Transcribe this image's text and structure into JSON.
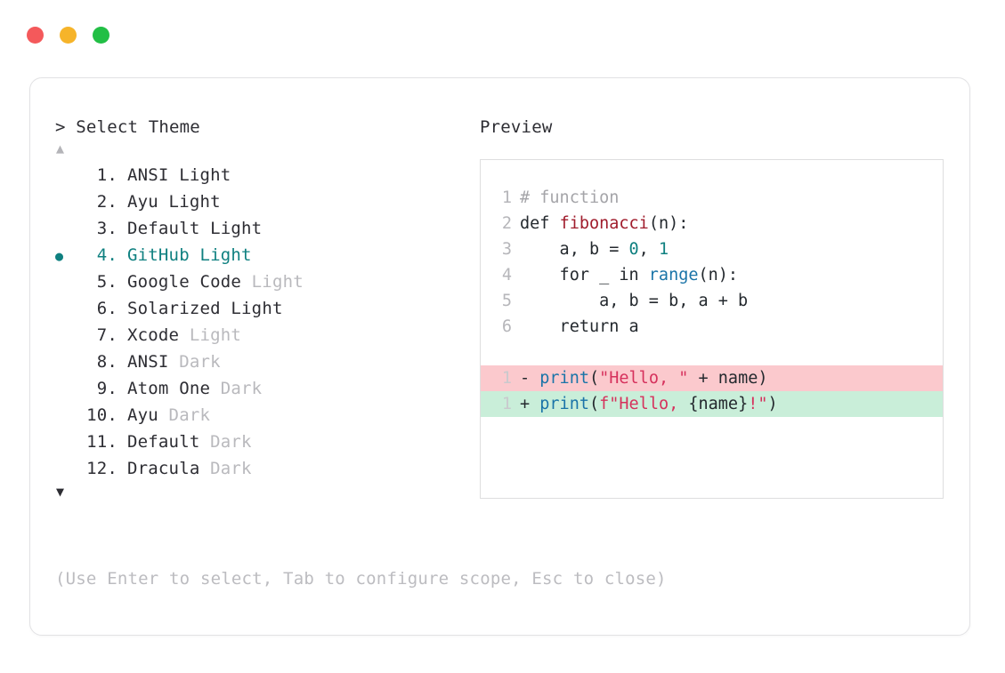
{
  "window": {
    "traffic_lights": [
      {
        "name": "close",
        "color": "#f4595b"
      },
      {
        "name": "minimize",
        "color": "#f6b42a"
      },
      {
        "name": "maximize",
        "color": "#22bf45"
      }
    ]
  },
  "picker": {
    "prompt": "> Select Theme",
    "scroll_up": "▲",
    "scroll_down": "▼",
    "selected_index": 4,
    "selected_bullet": "●",
    "accent_color": "#0f8080",
    "items": [
      {
        "index": "1.",
        "name": "ANSI",
        "variant": "Light",
        "variant_dim": false,
        "selected": false
      },
      {
        "index": "2.",
        "name": "Ayu",
        "variant": "Light",
        "variant_dim": false,
        "selected": false
      },
      {
        "index": "3.",
        "name": "Default",
        "variant": "Light",
        "variant_dim": false,
        "selected": false
      },
      {
        "index": "4.",
        "name": "GitHub",
        "variant": "Light",
        "variant_dim": false,
        "selected": true
      },
      {
        "index": "5.",
        "name": "Google Code",
        "variant": "Light",
        "variant_dim": true,
        "selected": false
      },
      {
        "index": "6.",
        "name": "Solarized",
        "variant": "Light",
        "variant_dim": false,
        "selected": false
      },
      {
        "index": "7.",
        "name": "Xcode",
        "variant": "Light",
        "variant_dim": true,
        "selected": false
      },
      {
        "index": "8.",
        "name": "ANSI",
        "variant": "Dark",
        "variant_dim": true,
        "selected": false
      },
      {
        "index": "9.",
        "name": "Atom One",
        "variant": "Dark",
        "variant_dim": true,
        "selected": false
      },
      {
        "index": "10.",
        "name": "Ayu",
        "variant": "Dark",
        "variant_dim": true,
        "selected": false
      },
      {
        "index": "11.",
        "name": "Default",
        "variant": "Dark",
        "variant_dim": true,
        "selected": false
      },
      {
        "index": "12.",
        "name": "Dracula",
        "variant": "Dark",
        "variant_dim": true,
        "selected": false
      }
    ]
  },
  "hint": "(Use Enter to select, Tab to configure scope, Esc to close)",
  "preview": {
    "label": "Preview",
    "code_lines": [
      {
        "no": "1",
        "tokens": [
          {
            "t": "# function",
            "c": "comment"
          }
        ]
      },
      {
        "no": "2",
        "tokens": [
          {
            "t": "def ",
            "c": "kw"
          },
          {
            "t": "fibonacci",
            "c": "fn"
          },
          {
            "t": "(n):",
            "c": "plain"
          }
        ]
      },
      {
        "no": "3",
        "tokens": [
          {
            "t": "    a, b = ",
            "c": "plain"
          },
          {
            "t": "0",
            "c": "num"
          },
          {
            "t": ", ",
            "c": "plain"
          },
          {
            "t": "1",
            "c": "num"
          }
        ]
      },
      {
        "no": "4",
        "tokens": [
          {
            "t": "    for _ in ",
            "c": "plain"
          },
          {
            "t": "range",
            "c": "builtin"
          },
          {
            "t": "(n):",
            "c": "plain"
          }
        ]
      },
      {
        "no": "5",
        "tokens": [
          {
            "t": "        a, b = b, a + b",
            "c": "plain"
          }
        ]
      },
      {
        "no": "6",
        "tokens": [
          {
            "t": "    return a",
            "c": "plain"
          }
        ]
      }
    ],
    "diff_lines": [
      {
        "no": "1",
        "kind": "del",
        "sign": "- ",
        "tokens": [
          {
            "t": "print",
            "c": "fn2"
          },
          {
            "t": "(",
            "c": "plain"
          },
          {
            "t": "\"Hello, \"",
            "c": "str"
          },
          {
            "t": " + name)",
            "c": "plain"
          }
        ]
      },
      {
        "no": "1",
        "kind": "add",
        "sign": "+ ",
        "tokens": [
          {
            "t": "print",
            "c": "fn2"
          },
          {
            "t": "(",
            "c": "plain"
          },
          {
            "t": "f\"Hello, ",
            "c": "str"
          },
          {
            "t": "{name}",
            "c": "plain"
          },
          {
            "t": "!\"",
            "c": "str"
          },
          {
            "t": ")",
            "c": "plain"
          }
        ]
      }
    ],
    "colors": {
      "comment": "#a5a5a9",
      "function": "#a01c2c",
      "number": "#0f8080",
      "builtin": "#1a74a8",
      "string": "#d6315c",
      "diff_del_bg": "#fbc9cd",
      "diff_add_bg": "#c9eed9"
    }
  }
}
